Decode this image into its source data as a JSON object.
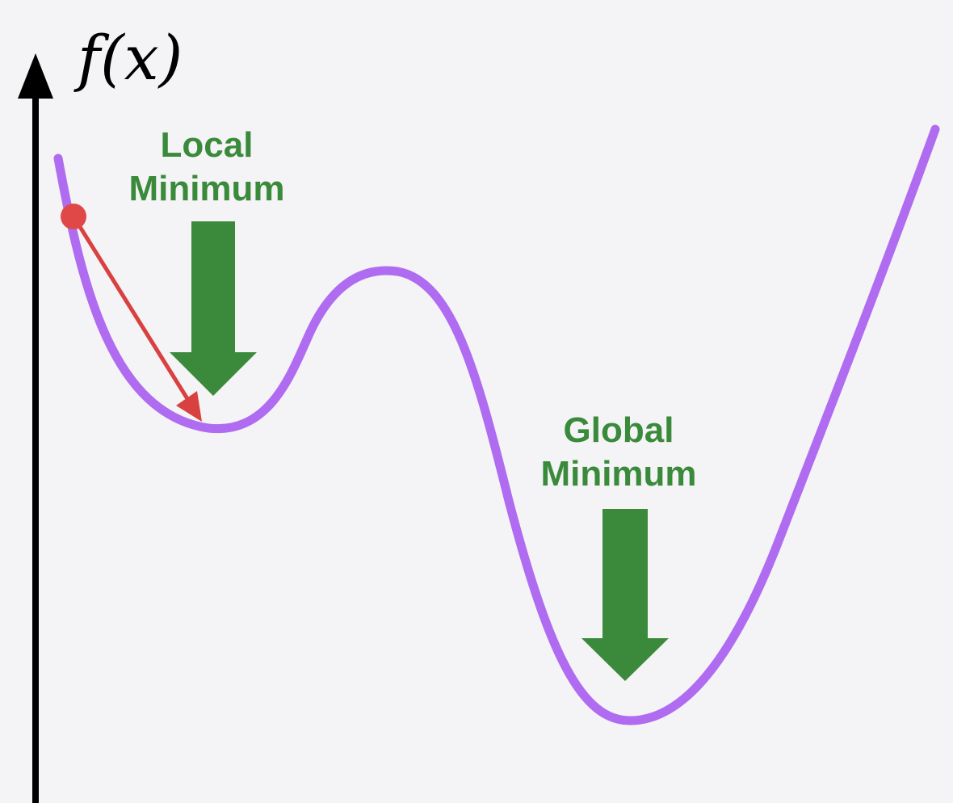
{
  "axis": {
    "y_label": "f(x)"
  },
  "annotations": {
    "local_minimum": {
      "line1": "Local",
      "line2": "Minimum"
    },
    "global_minimum": {
      "line1": "Global",
      "line2": "Minimum"
    }
  },
  "colors": {
    "background": "#f4f3f5",
    "axis": "#000000",
    "curve": "#b06cf0",
    "annotation": "#3a8a3c",
    "arrow": "#3b8a3b",
    "ball": "#e04848",
    "gradient_step": "#d94040"
  }
}
